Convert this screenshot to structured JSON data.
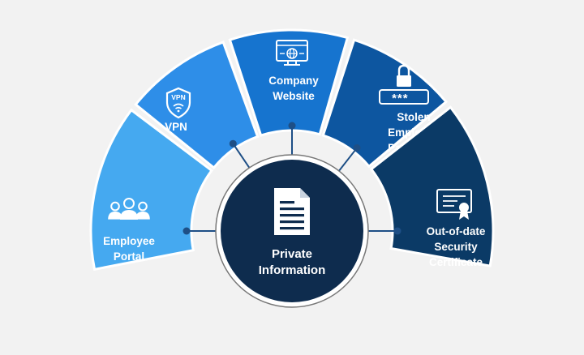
{
  "segments": [
    {
      "id": "employee-portal",
      "lines": [
        "Employee",
        "Portal"
      ],
      "color": "#45a9f0",
      "icon": "users-icon"
    },
    {
      "id": "vpn",
      "lines": [
        "VPN"
      ],
      "color": "#2e8ee8",
      "icon": "vpn-shield-icon",
      "icon_text": "VPN"
    },
    {
      "id": "company-website",
      "lines": [
        "Company",
        "Website"
      ],
      "color": "#1674cf",
      "icon": "website-icon"
    },
    {
      "id": "stolen-password",
      "lines": [
        "Stolen",
        "Employee",
        "Password"
      ],
      "color": "#0d56a0",
      "icon": "lock-password-icon",
      "icon_text": "***_"
    },
    {
      "id": "security-certificate",
      "lines": [
        "Out-of-date",
        "Security",
        "Certificate"
      ],
      "color": "#0b3a66",
      "icon": "certificate-icon"
    }
  ],
  "center": {
    "lines": [
      "Private",
      "Information"
    ],
    "icon": "document-icon",
    "color": "#0e2c4e",
    "ring_color": "#ffffff",
    "border_color": "#777777"
  },
  "connector_color": "#1e4f86",
  "background": "#f2f2f2"
}
